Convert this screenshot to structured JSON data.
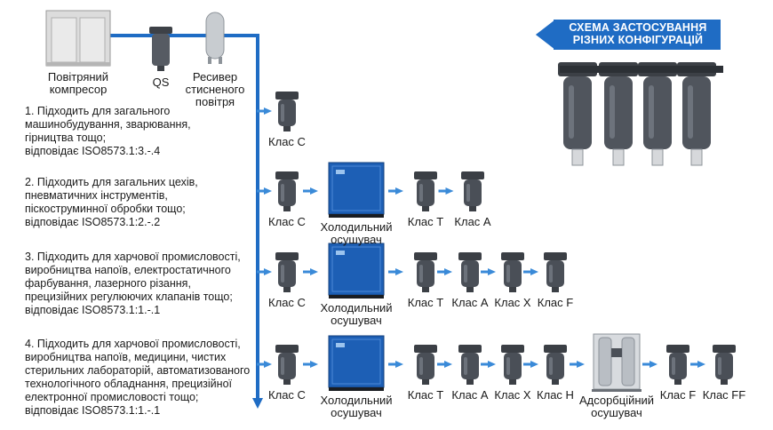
{
  "title": {
    "line1": "СХЕМА ЗАСТОСУВАННЯ",
    "line2": "РІЗНИХ КОНФІГУРАЦІЙ"
  },
  "top_labels": {
    "compressor": [
      "Повітряний",
      "компресор"
    ],
    "qs": "QS",
    "receiver": [
      "Ресивер",
      "стисненого",
      "повітря"
    ]
  },
  "rows": [
    {
      "description": [
        "1. Підходить для загального",
        "машинобудування, зварювання,",
        "гірництва тощо;",
        "відповідає ISO8573.1:3.-.4"
      ],
      "components": [
        {
          "type": "filter",
          "label": [
            "Клас C"
          ]
        }
      ]
    },
    {
      "description": [
        "2. Підходить для загальних цехів,",
        "пневматичних інструментів,",
        "піскоструминної обробки тощо;",
        "відповідає ISO8573.1:2.-.2"
      ],
      "components": [
        {
          "type": "filter",
          "label": [
            "Клас C"
          ]
        },
        {
          "type": "dryer",
          "label": [
            "Холодильний",
            "осушувач"
          ]
        },
        {
          "type": "filter",
          "label": [
            "Клас T"
          ]
        },
        {
          "type": "filter",
          "label": [
            "Клас A"
          ]
        }
      ]
    },
    {
      "description": [
        "3. Підходить для харчової промисловості,",
        "виробництва напоїв, електростатичного",
        "фарбування, лазерного різання,",
        "прецизійних регулюючих клапанів тощо;",
        "відповідає ISO8573.1:1.-.1"
      ],
      "components": [
        {
          "type": "filter",
          "label": [
            "Клас C"
          ]
        },
        {
          "type": "dryer",
          "label": [
            "Холодильний",
            "осушувач"
          ]
        },
        {
          "type": "filter",
          "label": [
            "Клас T"
          ]
        },
        {
          "type": "filter",
          "label": [
            "Клас A"
          ]
        },
        {
          "type": "filter",
          "label": [
            "Клас X"
          ]
        },
        {
          "type": "filter",
          "label": [
            "Клас F"
          ]
        }
      ]
    },
    {
      "description": [
        "4. Підходить для харчової промисловості,",
        "виробництва напоїв, медицини, чистих",
        "стерильних лабораторій, автоматизованого",
        "технологічного обладнання, прецизійної",
        "електронної промисловості тощо;",
        "відповідає ISO8573.1:1.-.1"
      ],
      "components": [
        {
          "type": "filter",
          "label": [
            "Клас C"
          ]
        },
        {
          "type": "dryer",
          "label": [
            "Холодильний",
            "осушувач"
          ]
        },
        {
          "type": "filter",
          "label": [
            "Клас T"
          ]
        },
        {
          "type": "filter",
          "label": [
            "Клас A"
          ]
        },
        {
          "type": "filter",
          "label": [
            "Клас X"
          ]
        },
        {
          "type": "filter",
          "label": [
            "Клас H"
          ]
        },
        {
          "type": "adsorption-dryer",
          "label": [
            "Адсорбційний",
            "осушувач"
          ]
        },
        {
          "type": "filter",
          "label": [
            "Клас F"
          ]
        },
        {
          "type": "filter",
          "label": [
            "Клас FF"
          ]
        }
      ]
    }
  ],
  "colors": {
    "pipe": "#1f6cc4",
    "banner": "#1f6cc4",
    "dryer": "#1d5fb5",
    "filter": "#4a4f57",
    "arrow": "#3a8ad8"
  }
}
